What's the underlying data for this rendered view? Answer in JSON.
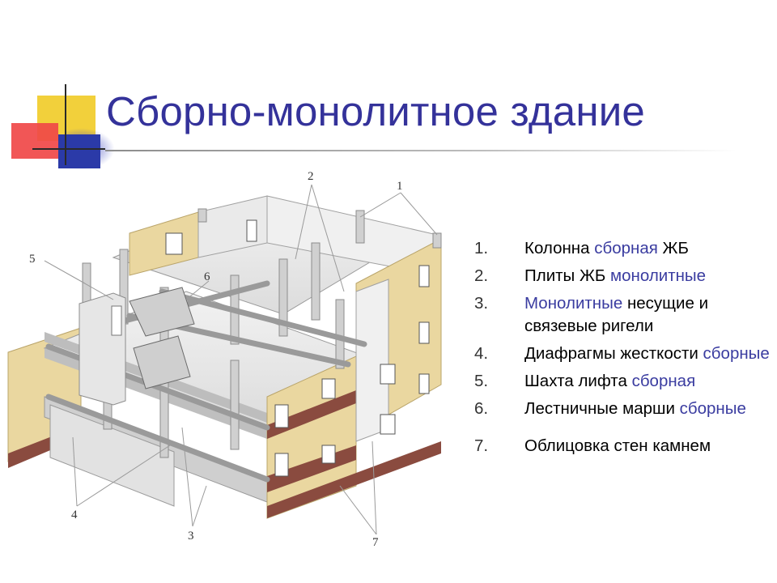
{
  "slide": {
    "title": "Сборно-монолитное здание"
  },
  "diagram": {
    "callouts": [
      "1",
      "2",
      "3",
      "4",
      "5",
      "6",
      "7"
    ]
  },
  "legend": {
    "items": [
      {
        "num": "1.",
        "parts": [
          {
            "text": "Колонна ",
            "hl": false
          },
          {
            "text": "сборная",
            "hl": true
          },
          {
            "text": " ЖБ",
            "hl": false
          }
        ]
      },
      {
        "num": "2.",
        "parts": [
          {
            "text": "Плиты ЖБ ",
            "hl": false
          },
          {
            "text": "монолитные",
            "hl": true
          }
        ]
      },
      {
        "num": "3.",
        "parts": [
          {
            "text": "Монолитные",
            "hl": true
          },
          {
            "text": " несущие и связевые ригели",
            "hl": false
          }
        ]
      },
      {
        "num": "4.",
        "parts": [
          {
            "text": "Диафрагмы жесткости ",
            "hl": false
          },
          {
            "text": "сборные",
            "hl": true
          }
        ]
      },
      {
        "num": "5.",
        "parts": [
          {
            "text": "Шахта лифта ",
            "hl": false
          },
          {
            "text": "сборная",
            "hl": true
          }
        ]
      },
      {
        "num": "6.",
        "parts": [
          {
            "text": "Лестничные марши ",
            "hl": false
          },
          {
            "text": "сборные",
            "hl": true
          }
        ]
      },
      {
        "num": "7.",
        "parts": [
          {
            "text": "Облицовка стен камнем",
            "hl": false
          }
        ]
      }
    ]
  },
  "colors": {
    "title": "#34329a",
    "highlight": "#3a3ca0",
    "brick": "#ead7a0",
    "concrete": "#d9d9d9",
    "base": "#8a4b3f"
  }
}
